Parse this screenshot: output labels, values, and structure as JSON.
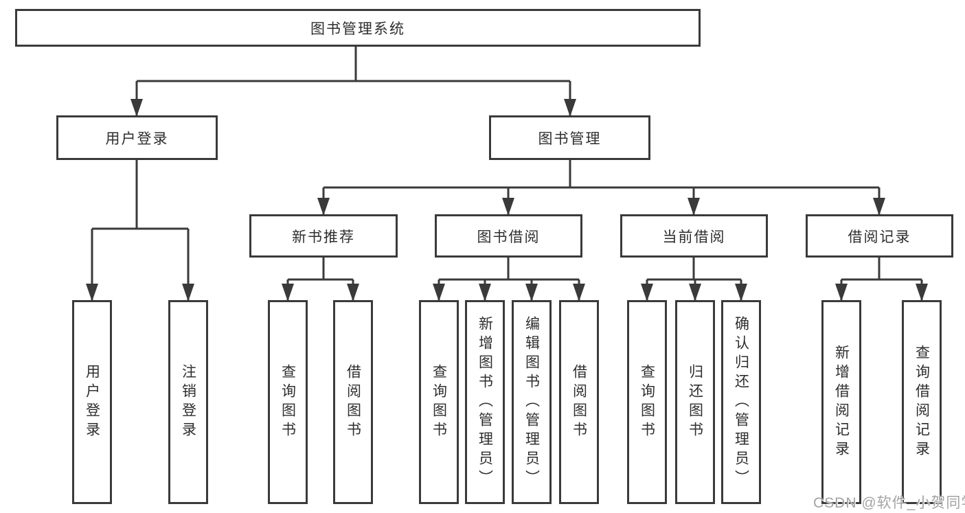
{
  "diagram": {
    "title": "图书管理系统",
    "level2": [
      "用户登录",
      "图书管理"
    ],
    "level3": [
      "新书推荐",
      "图书借阅",
      "当前借阅",
      "借阅记录"
    ],
    "leaves": [
      "用户登录",
      "注销登录",
      "查询图书",
      "借阅图书",
      "查询图书",
      "新增图书（管理员）",
      "编辑图书（管理员）",
      "借阅图书",
      "查询图书",
      "归还图书",
      "确认归还（管理员）",
      "新增借阅记录",
      "查询借阅记录"
    ],
    "watermark": "CSDN @软件_小贺同学"
  },
  "colors": {
    "line": "#3a3a3a",
    "box_border": "#3a3a3a",
    "text": "#2e2e2e",
    "background": "#ffffff",
    "watermark": "#a3a3a3"
  }
}
